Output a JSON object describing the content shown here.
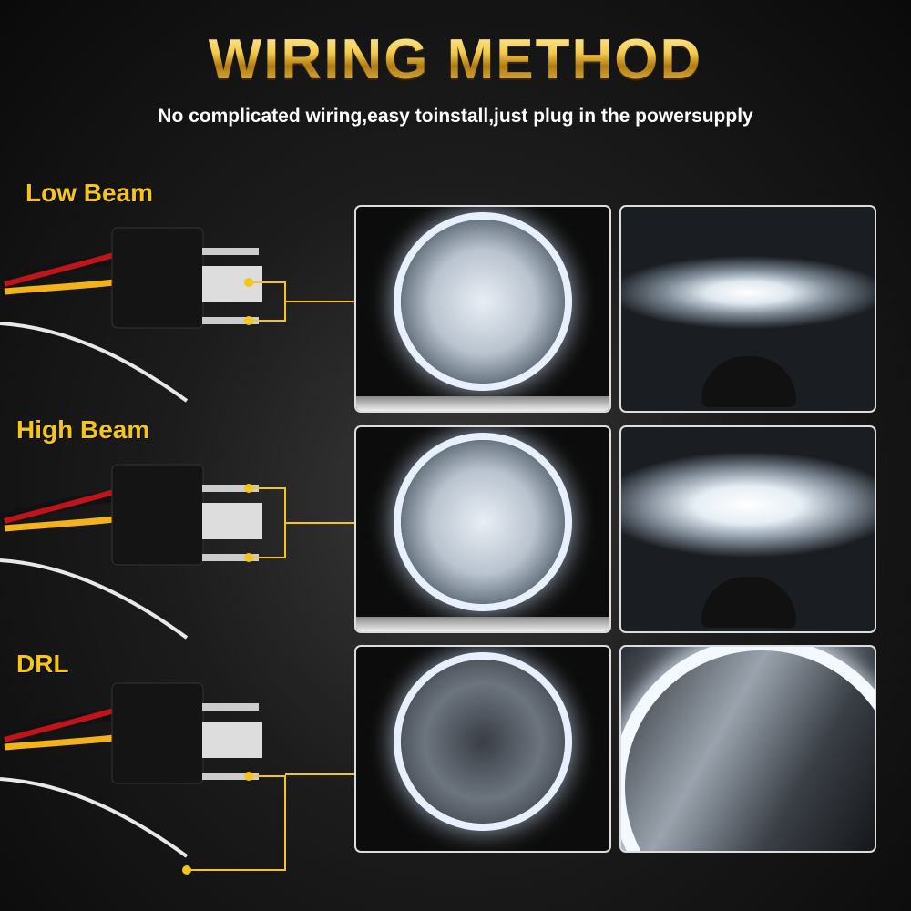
{
  "title": "WIRING METHOD",
  "subtitle": "No complicated wiring,easy toinstall,just plug in the powersupply",
  "rows": [
    {
      "label": "Low Beam"
    },
    {
      "label": "High Beam"
    },
    {
      "label": "DRL"
    }
  ],
  "colors": {
    "accent": "#f5c518",
    "wire_red": "#c0141a",
    "wire_yellow": "#f2b21b",
    "wire_white": "#e8e8e8"
  }
}
